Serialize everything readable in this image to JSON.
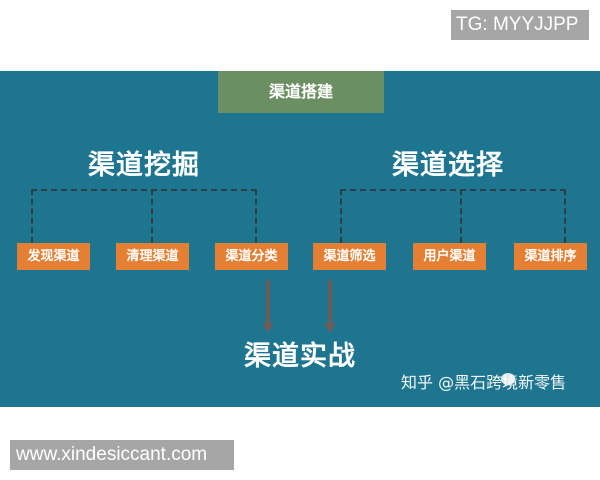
{
  "overlay_labels": {
    "top_right": "TG: MYYJJPP",
    "bottom_left": "www.xindesiccant.com"
  },
  "diagram": {
    "header": "渠道搭建",
    "groups": [
      {
        "title": "渠道挖掘",
        "items": [
          "发现渠道",
          "清理渠道",
          "渠道分类"
        ]
      },
      {
        "title": "渠道选择",
        "items": [
          "渠道筛选",
          "用户渠道",
          "渠道排序"
        ]
      }
    ],
    "outcome": "渠道实战",
    "watermark": "知乎 @黑石跨境新零售"
  },
  "colors": {
    "panel_bg": "#1d7590",
    "header_bg": "#6b8f62",
    "box_bg": "#e57f33",
    "connector": "#2c3e46",
    "arrow": "#6a5e5a"
  }
}
